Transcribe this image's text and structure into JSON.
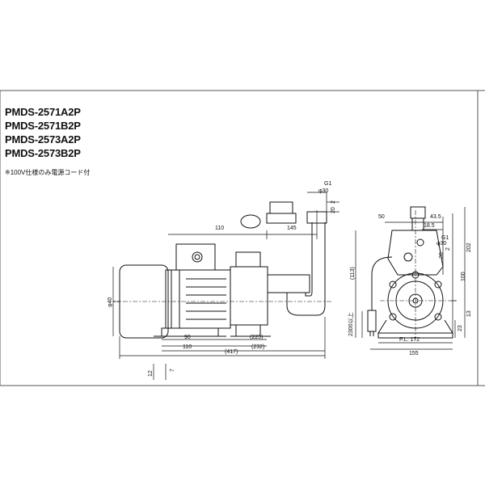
{
  "models": [
    "PMDS-2571A2P",
    "PMDS-2571B2P",
    "PMDS-2573A2P",
    "PMDS-2573B2P"
  ],
  "note": "※100V仕様のみ電源コード付",
  "side_view": {
    "dims": {
      "d110_top": "110",
      "d145": "145",
      "g1": "G1",
      "d30": "φ30",
      "d20": "20",
      "d2": "2",
      "d40": "φ40",
      "d90": "90",
      "d110_bottom": "110",
      "d225": "(225)",
      "d232": "(232)",
      "d417": "(417)",
      "d12": "12",
      "d7": "7"
    }
  },
  "front_view": {
    "dims": {
      "d50": "50",
      "d435": "43.5",
      "d185": "18.5",
      "g1": "G1",
      "d30": "φ30",
      "d20": "20",
      "d2": "2",
      "d113": "(113)",
      "d202": "202",
      "d100": "100",
      "d2300": "2300以上",
      "d23": "23",
      "d13": "13",
      "pl172": "P.L. 172",
      "d155": "155"
    }
  }
}
